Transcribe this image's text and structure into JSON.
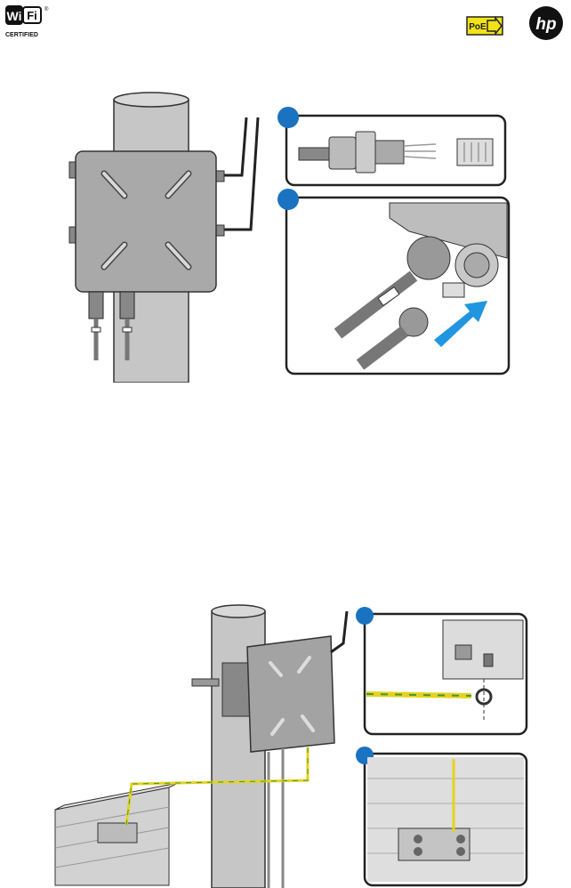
{
  "logos": {
    "wifi": {
      "mark_line1": "Wi",
      "mark_line2": "Fi",
      "caption": "CERTIFIED",
      "registered": "®"
    },
    "poe": {
      "label": "PoE"
    },
    "hp": {
      "label": "hp"
    }
  },
  "colors": {
    "callout_blue": "#1a73c1",
    "arrow_blue": "#2196e0",
    "ground_yellow": "#e6d21e",
    "ground_green": "#3a9a3a",
    "poe_yellow": "#f2e21a",
    "device_gray": "#a9a9a9",
    "pole_gray": "#c6c6c6",
    "wall_gray": "#d2d2d2",
    "outline": "#222222"
  },
  "icons": [
    "wifi-certified-logo",
    "poe-logo",
    "hp-logo",
    "step-badge",
    "insert-arrow"
  ]
}
